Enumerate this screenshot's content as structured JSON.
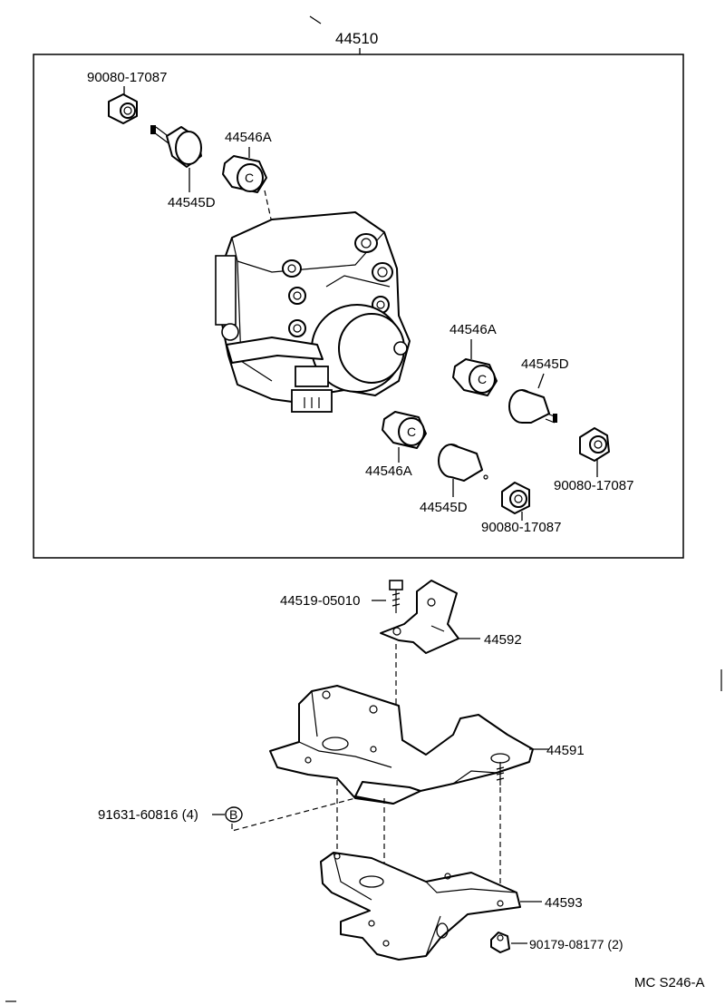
{
  "labels": {
    "assembly": "44510",
    "nut_top_left": "90080-17087",
    "plug_top": "44545D",
    "cap_top": "44546A",
    "cap_right": "44546A",
    "plug_right": "44545D",
    "nut_right": "90080-17087",
    "cap_bottom": "44546A",
    "plug_bottom": "44545D",
    "nut_bottom": "90080-17087",
    "bolt": "44519-05010",
    "bracket_small": "44592",
    "bracket_main": "44591",
    "clip_ref": "91631-60816 (4)",
    "clip_symbol": "B",
    "bracket_lower": "44593",
    "nut_lower": "90179-08177 (2)",
    "diagram_code": "MC S246-A"
  }
}
